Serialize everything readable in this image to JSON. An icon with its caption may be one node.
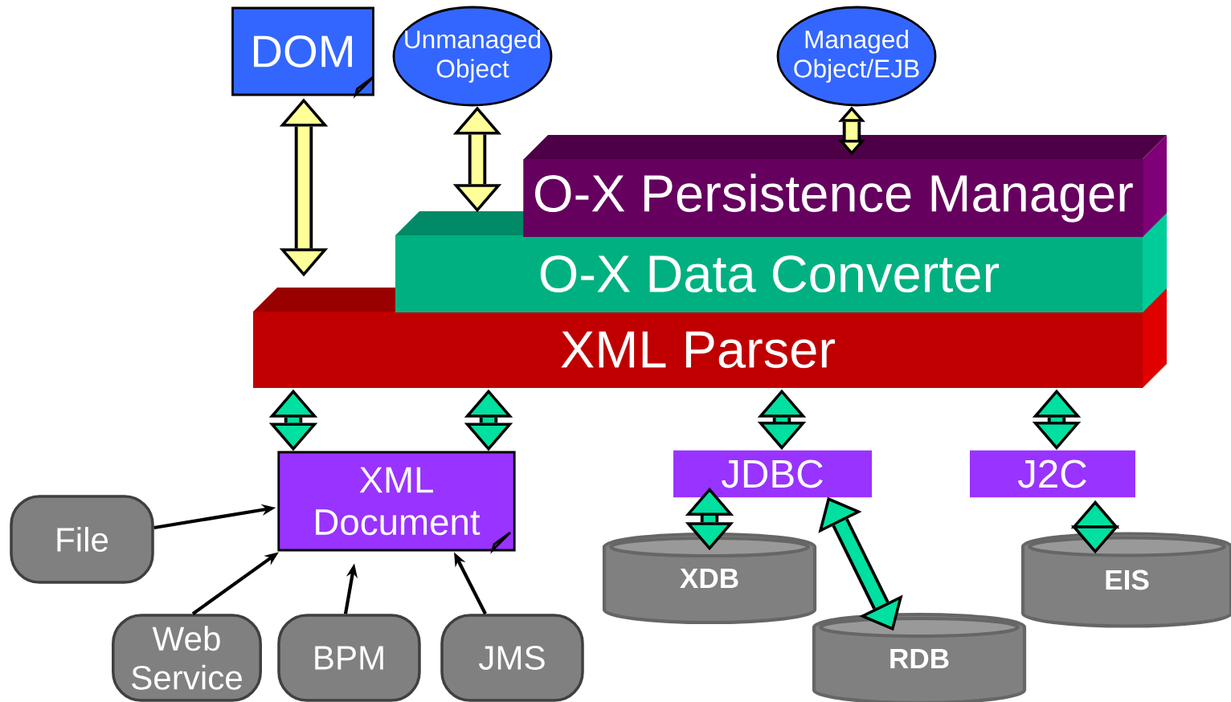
{
  "diagram": {
    "nodes": [
      {
        "text": [
          "DOM"
        ]
      },
      {
        "text": [
          "Unmanaged Object"
        ]
      },
      {
        "text": [
          "Managed Object/EJB"
        ]
      },
      {
        "text": [
          "O-X Persistence Manager"
        ]
      },
      {
        "text": [
          "O-X Data Converter"
        ]
      },
      {
        "text": [
          "XML Parser"
        ]
      },
      {
        "text": [
          "XML Document"
        ]
      },
      {
        "text": [
          "JDBC"
        ]
      },
      {
        "text": [
          "J2C"
        ]
      },
      {
        "text": [
          "File"
        ]
      },
      {
        "text": [
          "Web Service"
        ]
      },
      {
        "text": [
          "BPM"
        ]
      },
      {
        "text": [
          "JMS"
        ]
      },
      {
        "text": [
          "XDB"
        ]
      },
      {
        "text": [
          "RDB"
        ]
      },
      {
        "text": [
          "EIS"
        ]
      }
    ],
    "edges": [
      {
        "from": 0,
        "to": 5,
        "arrow": "both",
        "color": "#ffff99"
      },
      {
        "from": 1,
        "to": 4,
        "arrow": "both",
        "color": "#ffff99"
      },
      {
        "from": 2,
        "to": 3,
        "arrow": "both",
        "color": "#ffff99"
      },
      {
        "from": 5,
        "to": 6,
        "arrow": "both",
        "color": "#00e0a0"
      },
      {
        "from": 5,
        "to": 6,
        "arrow": "both",
        "color": "#00e0a0"
      },
      {
        "from": 5,
        "to": 7,
        "arrow": "both",
        "color": "#00e0a0"
      },
      {
        "from": 5,
        "to": 8,
        "arrow": "both",
        "color": "#00e0a0"
      },
      {
        "from": 7,
        "to": 13,
        "arrow": "both",
        "color": "#00e0a0"
      },
      {
        "from": 7,
        "to": 14,
        "arrow": "both",
        "color": "#00e0a0"
      },
      {
        "from": 8,
        "to": 15,
        "arrow": "both",
        "color": "#00e0a0"
      },
      {
        "from": 9,
        "to": 6,
        "arrow": "to",
        "color": "#000000"
      },
      {
        "from": 10,
        "to": 6,
        "arrow": "to",
        "color": "#000000"
      },
      {
        "from": 11,
        "to": 6,
        "arrow": "to",
        "color": "#000000"
      },
      {
        "from": 12,
        "to": 6,
        "arrow": "to",
        "color": "#000000"
      }
    ]
  }
}
